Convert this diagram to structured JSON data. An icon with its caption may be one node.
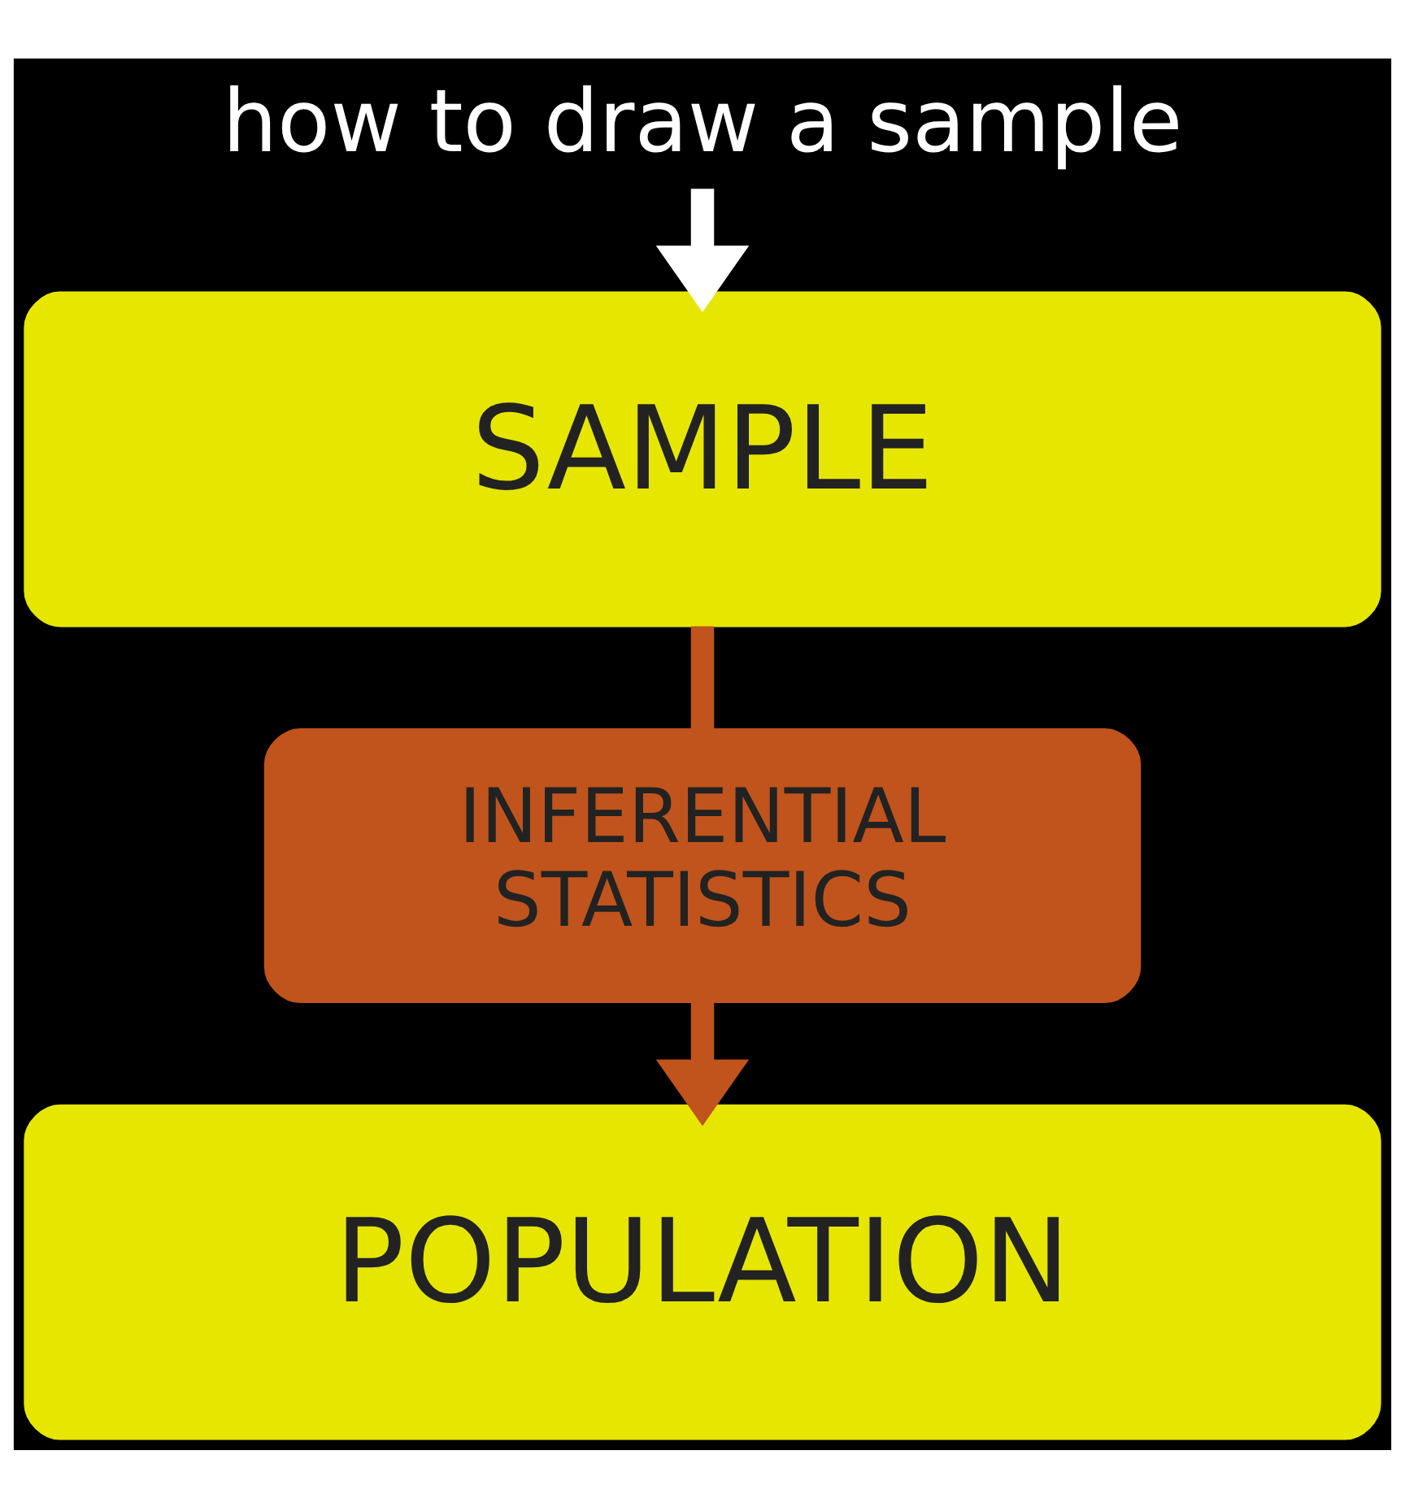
{
  "diagram": {
    "nodes": [
      {
        "text": [
          "how to draw a sample"
        ]
      },
      {
        "text": [
          "SAMPLE"
        ]
      },
      {
        "text": [
          "INFERENTIAL STATISTICS"
        ]
      },
      {
        "text": [
          "POPULATION"
        ]
      }
    ],
    "edges": [
      {
        "from": 0,
        "to": 1,
        "arrow": "to",
        "color": "#ffffff"
      },
      {
        "from": 1,
        "to": 2,
        "arrow": "none"
      },
      {
        "from": 2,
        "to": 3,
        "arrow": "to"
      }
    ]
  }
}
